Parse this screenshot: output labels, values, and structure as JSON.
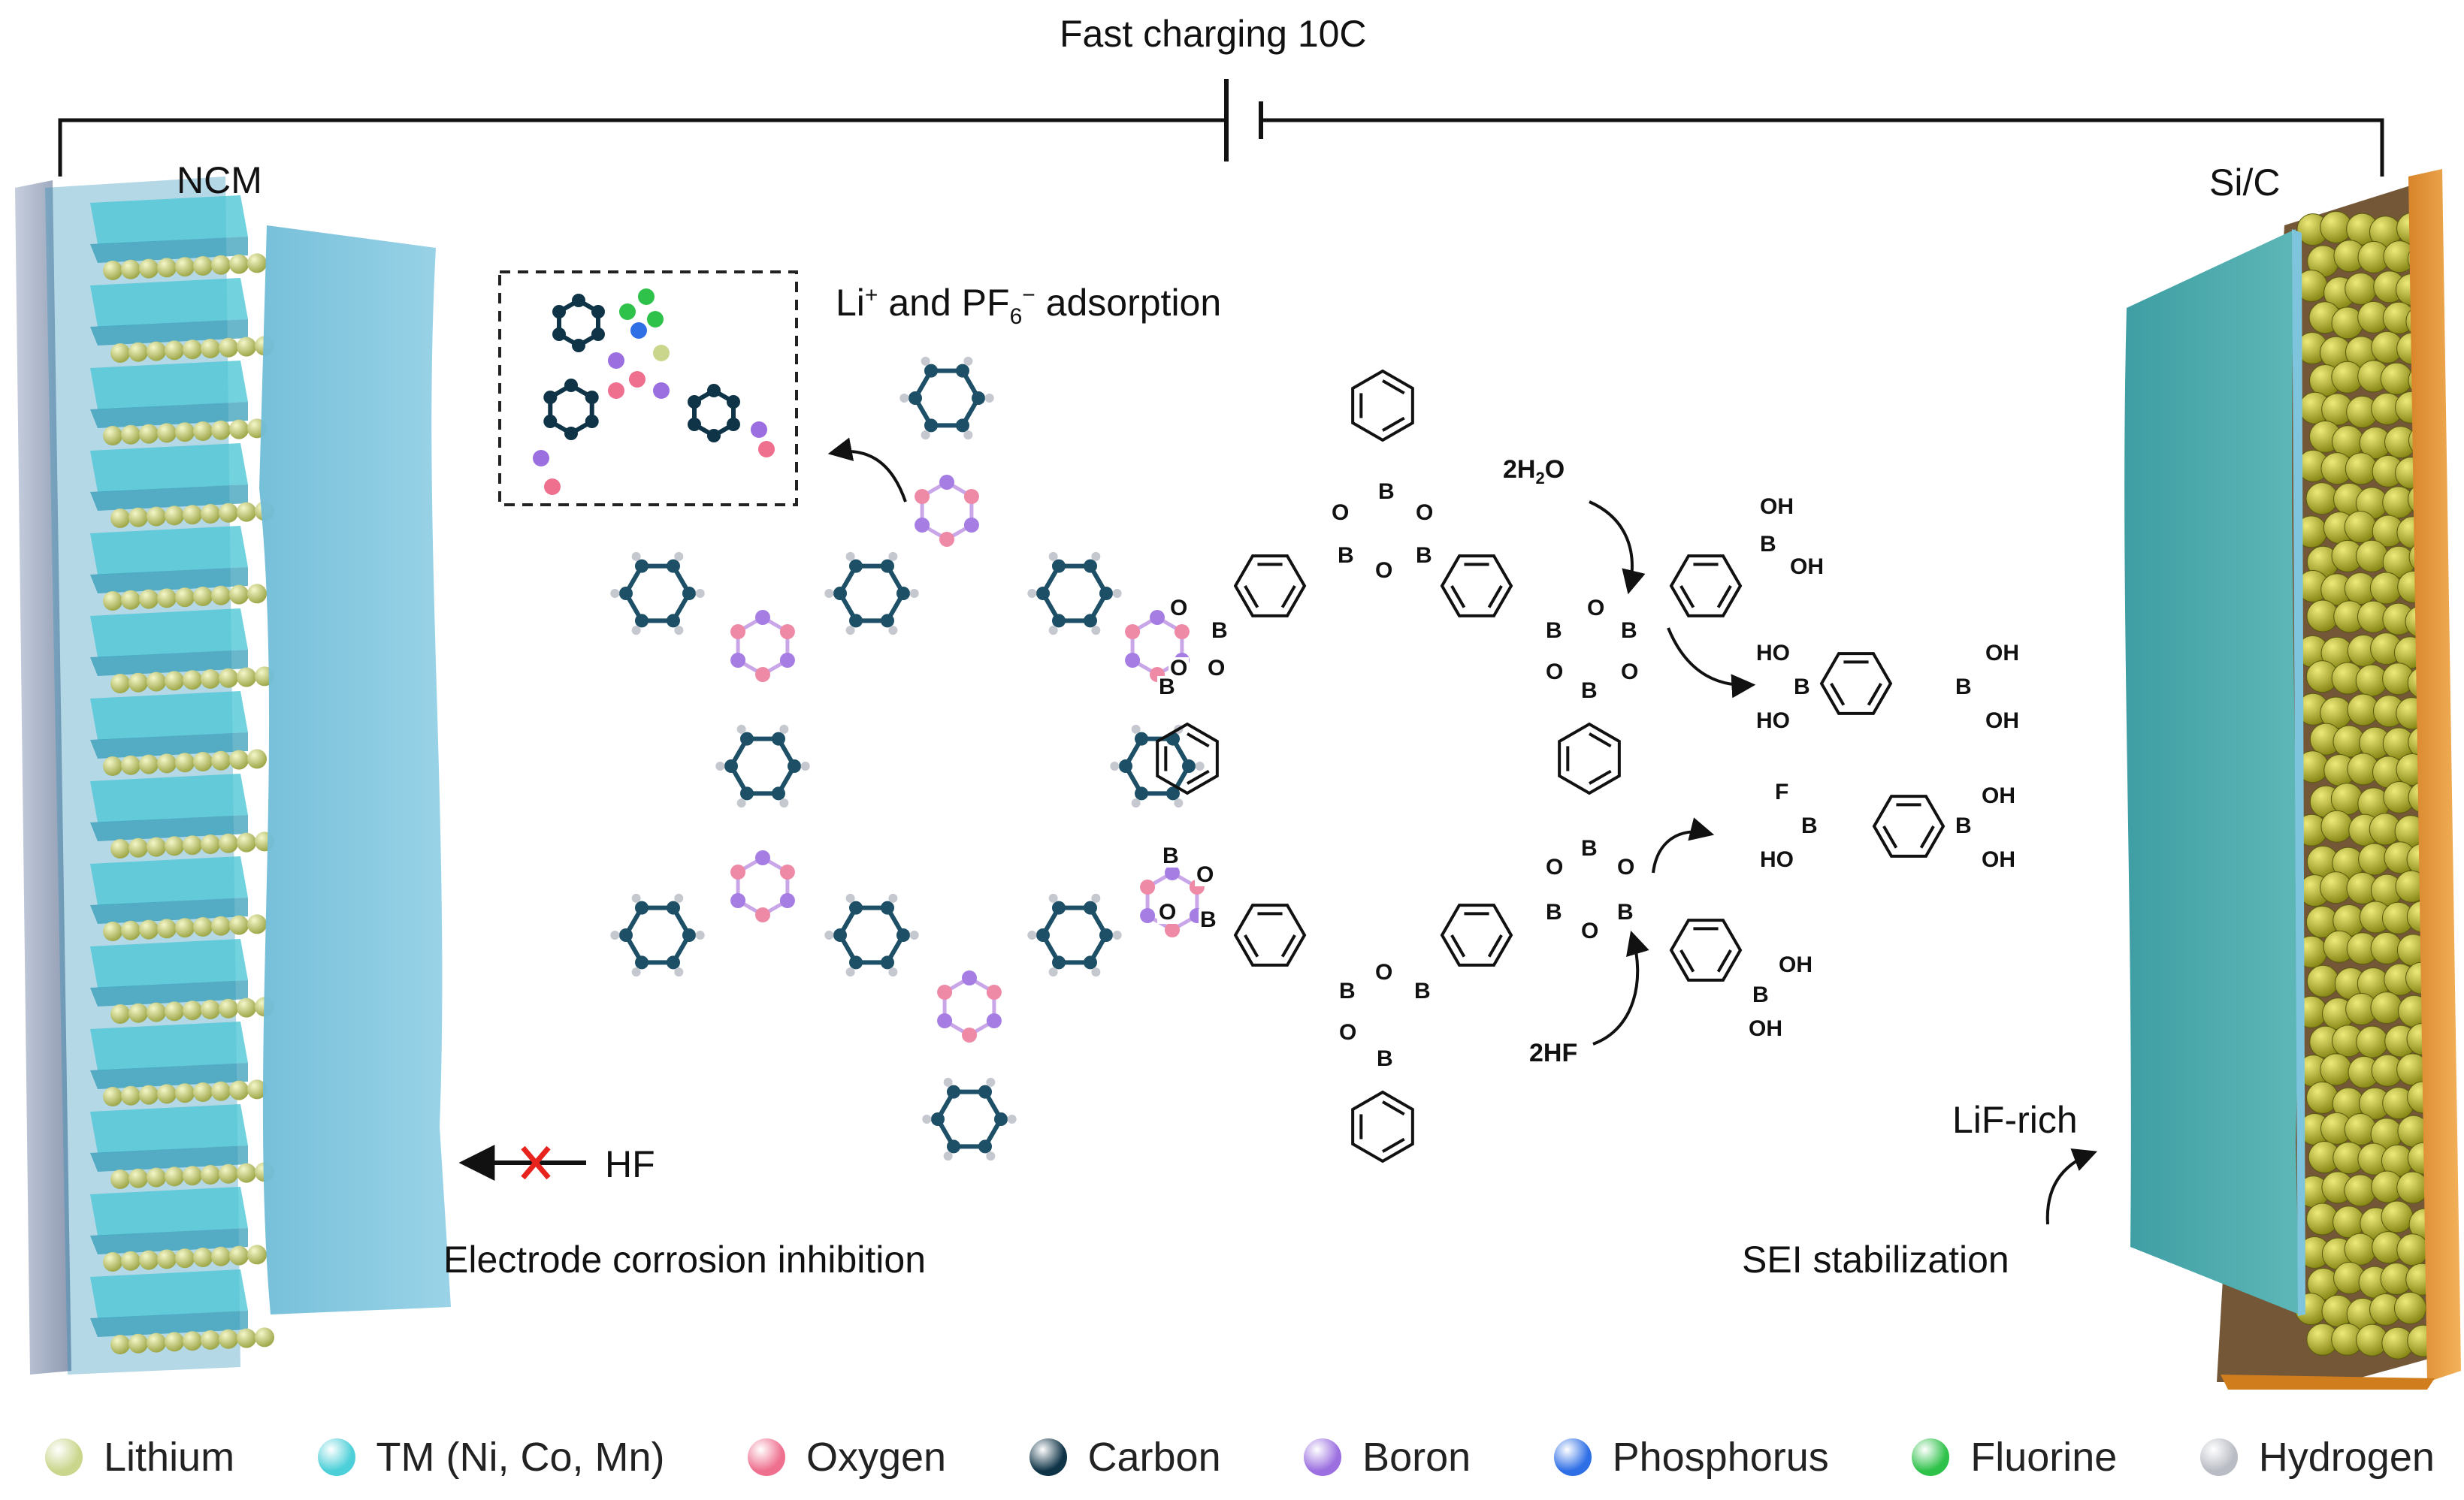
{
  "circuit": {
    "label": "Fast charging 10C"
  },
  "electrodes": {
    "cathode": "NCM",
    "anode": "Si/C"
  },
  "labels": {
    "adsorption_prefix": "Li",
    "adsorption_sup1": "+",
    "adsorption_mid": " and PF",
    "adsorption_sub": "6",
    "adsorption_sup2": "−",
    "adsorption_suffix": " adsorption",
    "corrosion": "Electrode corrosion inhibition",
    "hf": "HF",
    "sei": "SEI stabilization",
    "lif": "LiF-rich"
  },
  "chemistry": {
    "water": "2H",
    "water_sub": "2",
    "water_tail": "O",
    "hf2": "2HF",
    "B": "B",
    "O": "O",
    "F": "F",
    "OH": "OH",
    "HO": "HO"
  },
  "legend": [
    {
      "name": "Lithium",
      "color": "#c9d68c"
    },
    {
      "name": "TM (Ni, Co, Mn)",
      "color": "#4ccfd8"
    },
    {
      "name": "Oxygen",
      "color": "#ee6f8e"
    },
    {
      "name": "Carbon",
      "color": "#0f3447"
    },
    {
      "name": "Boron",
      "color": "#9b6fe0"
    },
    {
      "name": "Phosphorus",
      "color": "#2f6fe6"
    },
    {
      "name": "Fluorine",
      "color": "#2fc24a"
    },
    {
      "name": "Hydrogen",
      "color": "#b9bcc4"
    }
  ],
  "colors": {
    "cathode_plate": "#a9b3c7",
    "cathode_film": "#7fc6df",
    "anode_plate": "#e89a3c",
    "anode_film": "#4aa6aa",
    "silicon": "#b9b428",
    "boron_ring": "#c9a6e8",
    "cross": "#e8231d"
  }
}
